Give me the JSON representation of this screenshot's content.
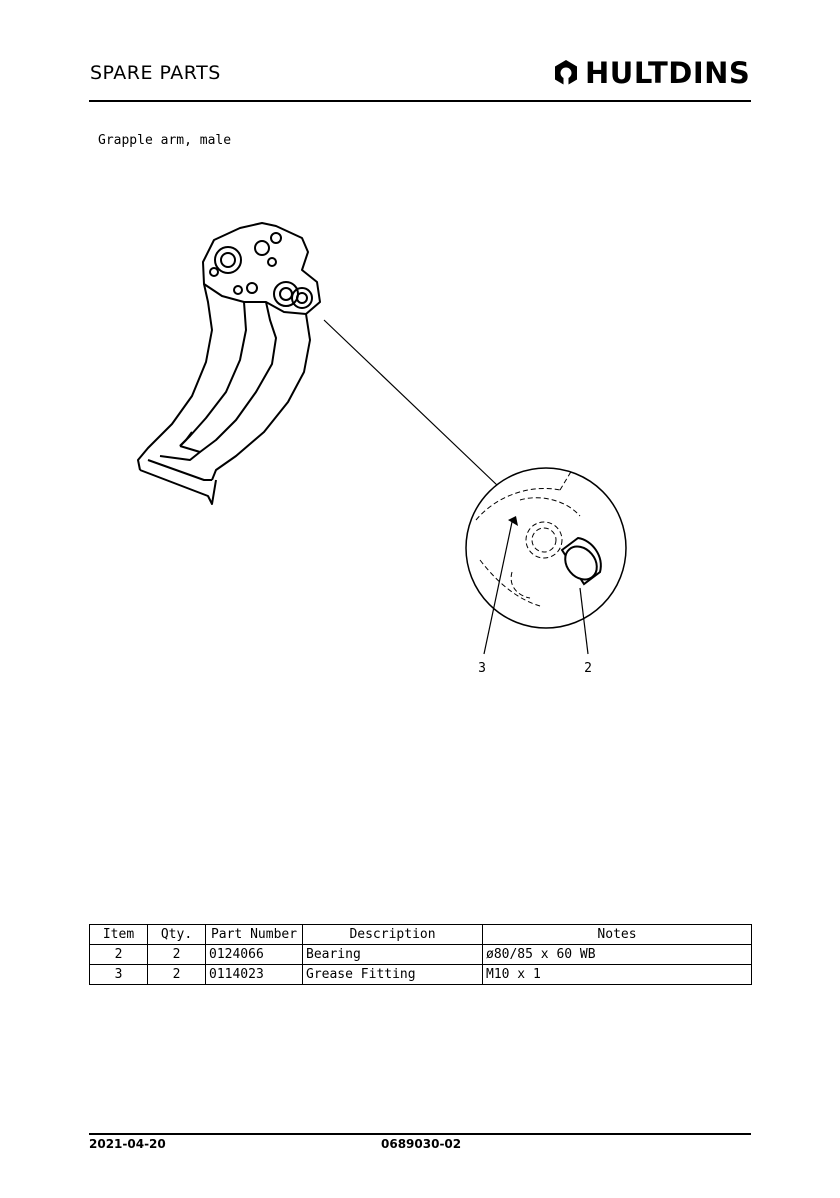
{
  "header": {
    "title": "SPARE PARTS",
    "logo_text": "HULTDINS",
    "logo_icon": "hultdins-mark-icon"
  },
  "caption": "Grapple arm, male",
  "drawing": {
    "callouts": [
      "3",
      "2"
    ]
  },
  "parts_table": {
    "headers": [
      "Item",
      "Qty.",
      "Part Number",
      "Description",
      "Notes"
    ],
    "rows": [
      [
        "2",
        "2",
        "0124066",
        "Bearing",
        "ø80/85 x 60 WB"
      ],
      [
        "3",
        "2",
        "0114023",
        "Grease Fitting",
        "M10 x 1"
      ]
    ]
  },
  "footer": {
    "date": "2021-04-20",
    "doc_number": "0689030-02"
  }
}
